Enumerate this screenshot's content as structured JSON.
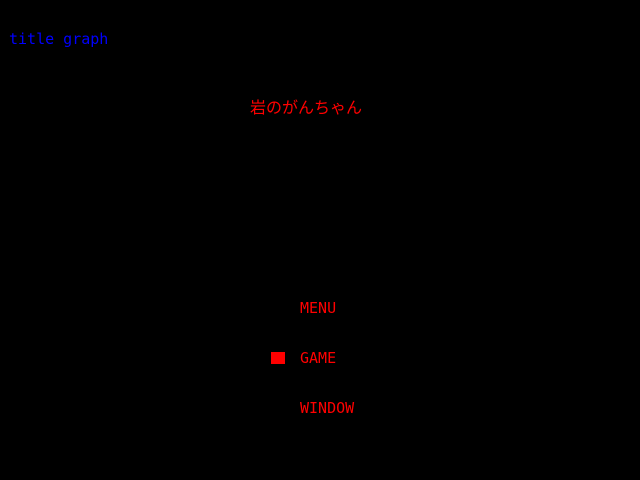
{
  "screen": {
    "placeholder_label": "title graph",
    "game_title": "岩のがんちゃん"
  },
  "menu": {
    "items": [
      {
        "label": "MENU"
      },
      {
        "label": "GAME"
      },
      {
        "label": "WINDOW"
      }
    ],
    "selected_index": 1
  },
  "colors": {
    "background": "#000000",
    "label": "#0000ff",
    "text": "#ff0000"
  }
}
